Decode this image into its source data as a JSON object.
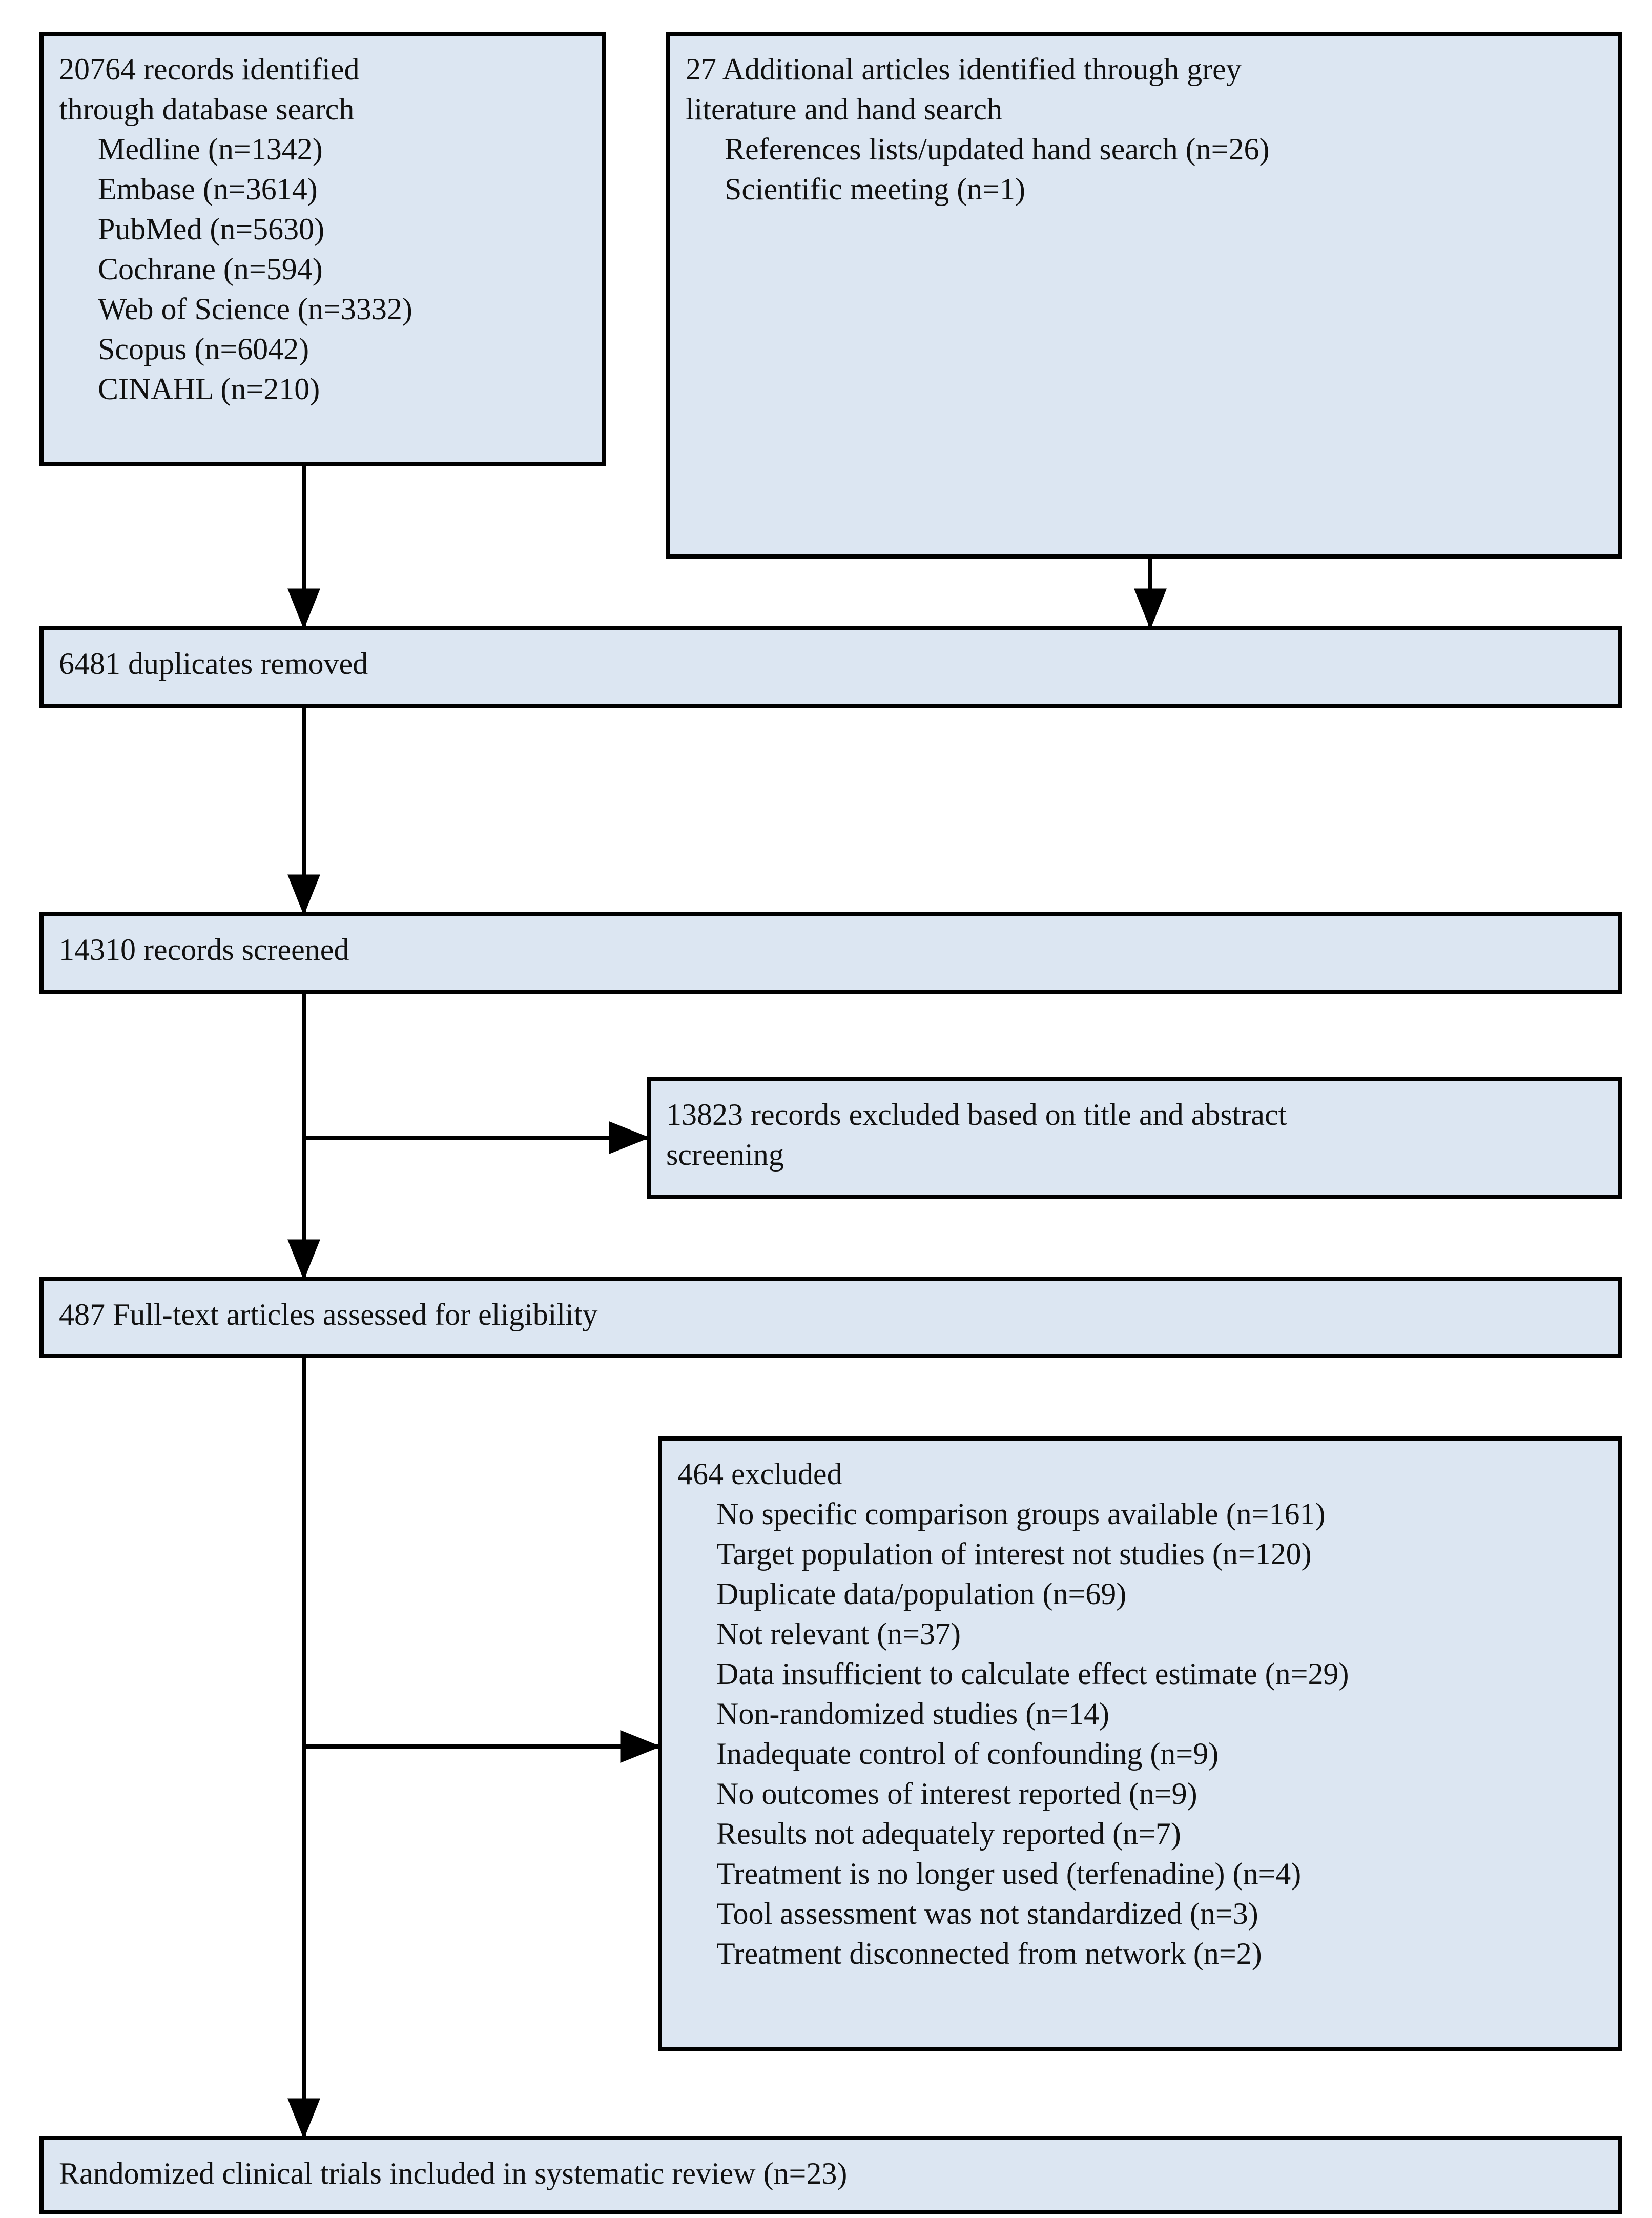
{
  "diagram": {
    "type": "prisma-flow-diagram",
    "fill_color": "#dce6f2",
    "border_color": "#000000",
    "text_color": "#111111",
    "arrow_color": "#000000"
  },
  "boxes": {
    "database_search": {
      "header": "20764 records identified",
      "header_line2": "through database search",
      "sources": [
        "Medline (n=1342)",
        "Embase (n=3614)",
        "PubMed  (n=5630)",
        "Cochrane (n=594)",
        "Web of Science (n=3332)",
        "Scopus (n=6042)",
        "CINAHL (n=210)"
      ]
    },
    "additional_articles": {
      "header": "27 Additional articles identified through grey",
      "header_line2": "literature and hand search",
      "sources": [
        "References lists/updated hand search (n=26)",
        "Scientific meeting (n=1)"
      ]
    },
    "duplicates_removed": {
      "label": "6481 duplicates removed"
    },
    "records_screened": {
      "label": "14310 records screened"
    },
    "records_excluded": {
      "line1": "13823 records excluded based on title and abstract",
      "line2": "screening"
    },
    "full_text_assessed": {
      "label": "487 Full-text articles assessed for eligibility"
    },
    "full_text_excluded": {
      "header": "464 excluded",
      "reasons": [
        "No specific comparison groups available (n=161)",
        "Target population of interest not studies (n=120)",
        "Duplicate data/population (n=69)",
        "Not relevant (n=37)",
        "Data insufficient to calculate effect estimate (n=29)",
        "Non-randomized studies (n=14)",
        "Inadequate control of confounding  (n=9)",
        "No outcomes of interest reported (n=9)",
        "Results not adequately reported (n=7)",
        "Treatment is no longer used  (terfenadine) (n=4)",
        "Tool assessment was not standardized (n=3)",
        "Treatment disconnected from network (n=2)"
      ]
    },
    "included_trials": {
      "label": "Randomized clinical trials included in systematic review (n=23)"
    }
  }
}
